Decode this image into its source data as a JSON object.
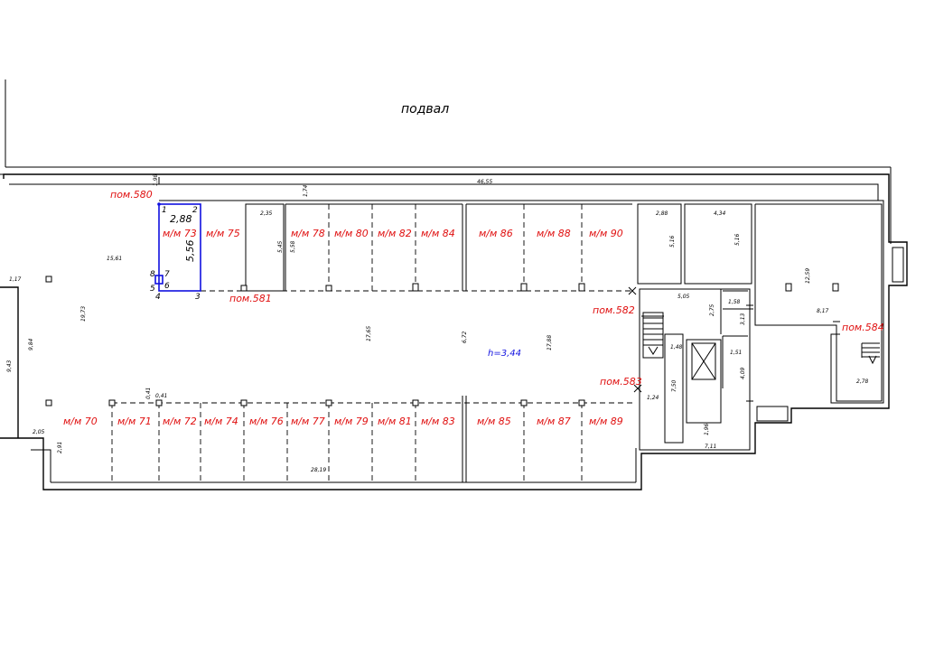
{
  "plan": {
    "title": "подвал",
    "height_label": "h=3,44",
    "rooms": {
      "r580": "пом.580",
      "r581": "пом.581",
      "r582": "пом.582",
      "r583": "пом.583",
      "r584": "пом.584"
    },
    "top_spaces": [
      "м/м 73",
      "м/м 75",
      "м/м 78",
      "м/м 80",
      "м/м 82",
      "м/м 84",
      "м/м 86",
      "м/м 88",
      "м/м 90"
    ],
    "bottom_spaces": [
      "м/м 70",
      "м/м 71",
      "м/м 72",
      "м/м 74",
      "м/м 76",
      "м/м 77",
      "м/м 79",
      "м/м 81",
      "м/м 83",
      "м/м 85",
      "м/м 87",
      "м/м 89"
    ],
    "dims": {
      "d4655": "46,55",
      "d174": "1,74",
      "d198": "1,98",
      "d288a": "2,88",
      "d556": "5,56",
      "d235": "2,35",
      "d545": "5,45",
      "d558": "5,58",
      "d1561": "15,61",
      "d117": "1,17",
      "d1973": "19,73",
      "d984": "9,84",
      "d943": "9,43",
      "d1765": "17,65",
      "d672": "6,72",
      "d1788": "17,88",
      "d205": "2,05",
      "d291": "2,91",
      "d041a": "0,41",
      "d041b": "0,41",
      "d2819": "28,19",
      "d288b": "2,88",
      "d434": "4,34",
      "d516a": "5,16",
      "d516b": "5,16",
      "d505": "5,05",
      "d275": "2,75",
      "d158": "1,58",
      "d313": "3,13",
      "d1259": "12,59",
      "d817": "8,17",
      "d148": "1,48",
      "d151": "1,51",
      "d409": "4,09",
      "d750": "7,50",
      "d124": "1,24",
      "d196": "1,96",
      "d711": "7,11",
      "d278": "2,78"
    },
    "points": [
      "1",
      "2",
      "3",
      "4",
      "5",
      "6",
      "7",
      "8"
    ]
  }
}
